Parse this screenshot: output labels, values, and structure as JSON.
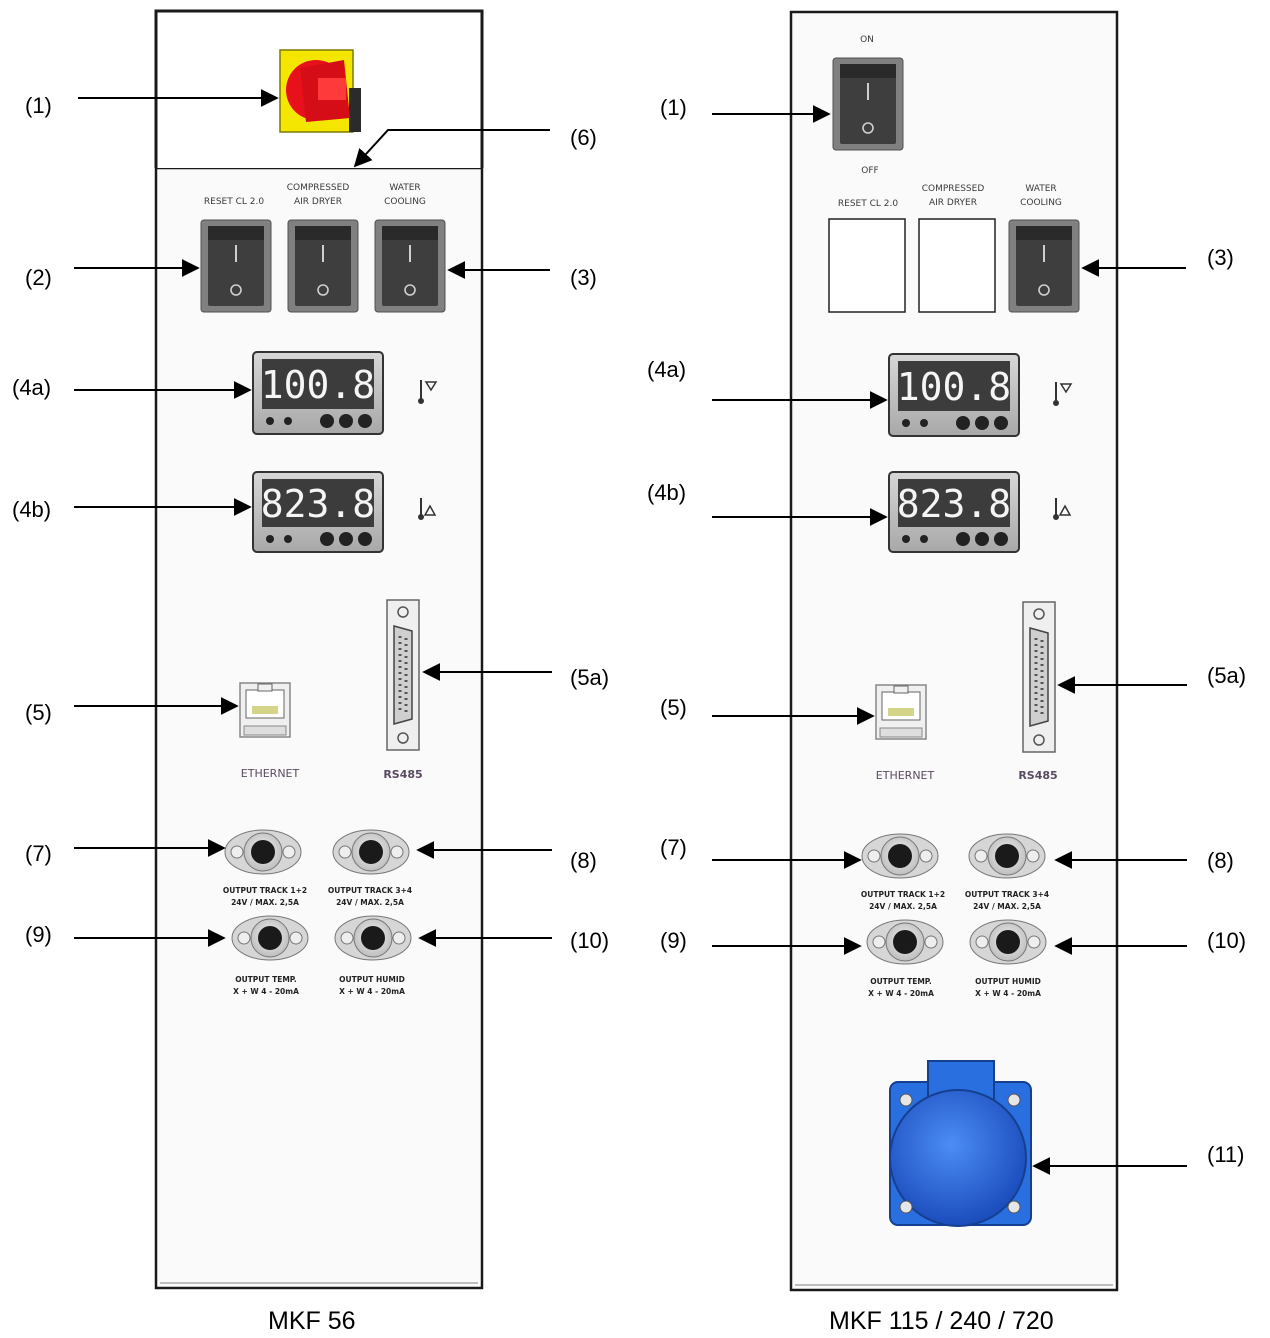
{
  "left_panel": {
    "title": "MKF 56",
    "switch_labels": [
      "RESET CL 2.0",
      "COMPRESSED",
      "AIR DRYER",
      "WATER",
      "COOLING"
    ],
    "display_a": "100.8",
    "display_b": "823.8",
    "ethernet_label": "ETHERNET",
    "rs485_label": "RS485",
    "out_track_12": [
      "OUTPUT TRACK 1+2",
      "24V / MAX. 2,5A"
    ],
    "out_track_34": [
      "OUTPUT TRACK 3+4",
      "24V / MAX. 2,5A"
    ],
    "out_temp": [
      "OUTPUT TEMP.",
      "X + W 4 - 20mA"
    ],
    "out_humid": [
      "OUTPUT HUMID",
      "X + W 4 - 20mA"
    ],
    "callouts": {
      "c1": "(1)",
      "c2": "(2)",
      "c3": "(3)",
      "c4a": "(4a)",
      "c4b": "(4b)",
      "c5": "(5)",
      "c5a": "(5a)",
      "c6": "(6)",
      "c7": "(7)",
      "c8": "(8)",
      "c9": "(9)",
      "c10": "(10)"
    }
  },
  "right_panel": {
    "title": "MKF 115 / 240 / 720",
    "on_label": "ON",
    "off_label": "OFF",
    "switch_labels": [
      "RESET CL 2.0",
      "COMPRESSED",
      "AIR DRYER",
      "WATER",
      "COOLING"
    ],
    "display_a": "100.8",
    "display_b": "823.8",
    "ethernet_label": "ETHERNET",
    "rs485_label": "RS485",
    "out_track_12": [
      "OUTPUT TRACK 1+2",
      "24V / MAX. 2,5A"
    ],
    "out_track_34": [
      "OUTPUT TRACK 3+4",
      "24V / MAX. 2,5A"
    ],
    "out_temp": [
      "OUTPUT TEMP.",
      "X + W 4 - 20mA"
    ],
    "out_humid": [
      "OUTPUT HUMID",
      "X + W 4 - 20mA"
    ],
    "callouts": {
      "c1": "(1)",
      "c3": "(3)",
      "c4a": "(4a)",
      "c4b": "(4b)",
      "c5": "(5)",
      "c5a": "(5a)",
      "c7": "(7)",
      "c8": "(8)",
      "c9": "(9)",
      "c10": "(10)",
      "c11": "(11)"
    }
  },
  "colors": {
    "frame": "#1a1a1a",
    "panel": "#fafafa",
    "switch_body": "#606060",
    "display_bg": "#3c3c3c",
    "red_handle": "#e8101a",
    "yellow_plate": "#f4e600",
    "socket_blue": "#2a6fe0"
  }
}
